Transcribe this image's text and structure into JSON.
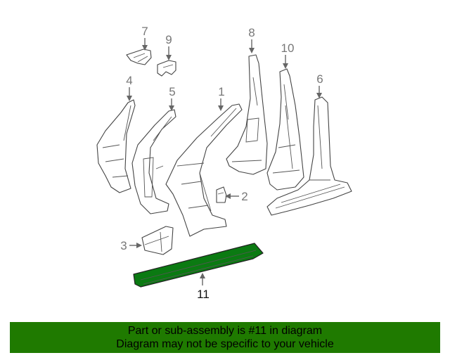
{
  "callouts": {
    "c1": "1",
    "c2": "2",
    "c3": "3",
    "c4": "4",
    "c5": "5",
    "c6": "6",
    "c7": "7",
    "c8": "8",
    "c9": "9",
    "c10": "10",
    "c11": "11"
  },
  "banner": {
    "line1": "Part or sub-assembly is #11 in diagram",
    "line2": "Diagram may not be specific to your vehicle"
  },
  "colors": {
    "highlight": "#0b7a12",
    "banner": "#1f7a00"
  }
}
